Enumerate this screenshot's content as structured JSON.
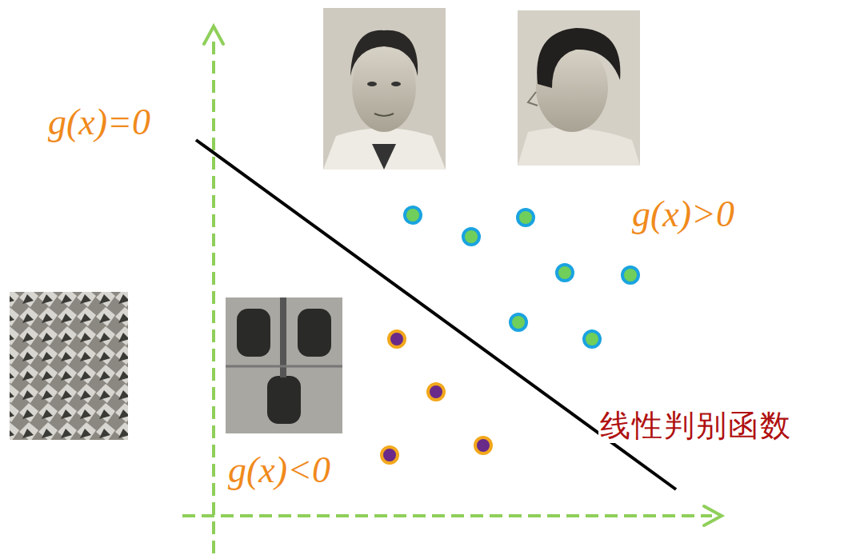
{
  "diagram": {
    "labels": [
      "g(x)=0",
      "g(x)>0",
      "g(x)<0",
      "线性判别函数"
    ]
  }
}
